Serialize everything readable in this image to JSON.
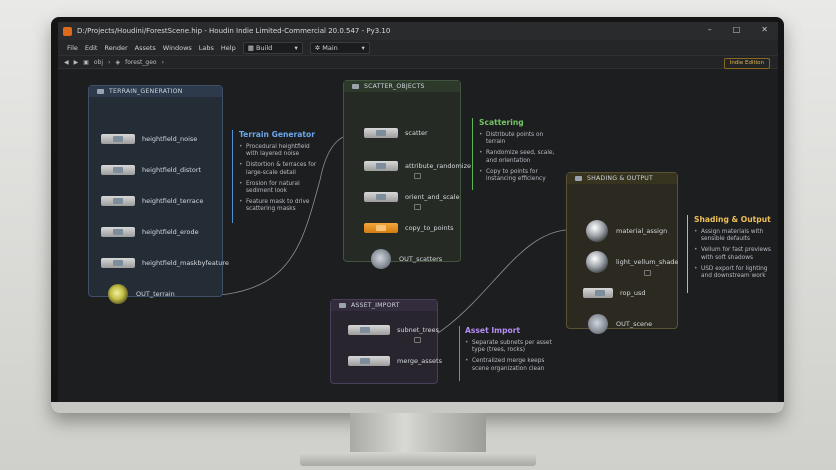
{
  "window": {
    "title": "D:/Projects/Houdini/ForestScene.hip - Houdin Indie Limited-Commercial 20.0.547 - Py3.10",
    "controls": [
      "–",
      "□",
      "✕"
    ]
  },
  "menu": {
    "items": [
      "File",
      "Edit",
      "Render",
      "Assets",
      "Windows",
      "Labs",
      "Help"
    ],
    "build_label": "Build",
    "main_label": "Main"
  },
  "path": {
    "crumbs": [
      "obj",
      "forest_geo"
    ],
    "edition": "Indie Edition"
  },
  "colors": {
    "terrain_accent": "#4f8fd4",
    "scatter_accent": "#5fb44f",
    "asset_accent": "#9a6fd8",
    "shading_accent": "#e6b33e",
    "copy_node": "#e8962b"
  },
  "terrain": {
    "title": "TERRAIN_GENERATION",
    "nodes": [
      "heightfield_noise",
      "heightfield_distort",
      "heightfield_terrace",
      "heightfield_erode",
      "heightfield_maskbyfeature"
    ],
    "out": "OUT_terrain",
    "note_title": "Terrain Generator",
    "note_items": [
      "Procedural heightfield with layered noise",
      "Distortion & terraces for large-scale detail",
      "Erosion for natural sediment look",
      "Feature mask to drive scattering masks"
    ]
  },
  "scatter": {
    "title": "SCATTER_OBJECTS",
    "nodes": [
      "scatter",
      "attribute_randomize",
      "orient_and_scale",
      "copy_to_points"
    ],
    "out": "OUT_scatters",
    "note_title": "Scattering",
    "note_items": [
      "Distribute points on terrain",
      "Randomize seed, scale, and orientation",
      "Copy to points for instancing efficiency"
    ]
  },
  "asset": {
    "title": "ASSET_IMPORT",
    "nodes": [
      "subnet_trees",
      "merge_assets"
    ],
    "note_title": "Asset Import",
    "note_items": [
      "Separate subnets per asset type (trees, rocks)",
      "Centralized merge keeps scene organization clean"
    ]
  },
  "shading": {
    "title": "SHADING & OUTPUT",
    "nodes": [
      "material_assign",
      "light_vellum_shade",
      "rop_usd"
    ],
    "out": "OUT_scene",
    "note_title": "Shading & Output",
    "note_items": [
      "Assign materials with sensible defaults",
      "Vellum for fast previews with soft shadows",
      "USD export for lighting and downstream work"
    ]
  }
}
